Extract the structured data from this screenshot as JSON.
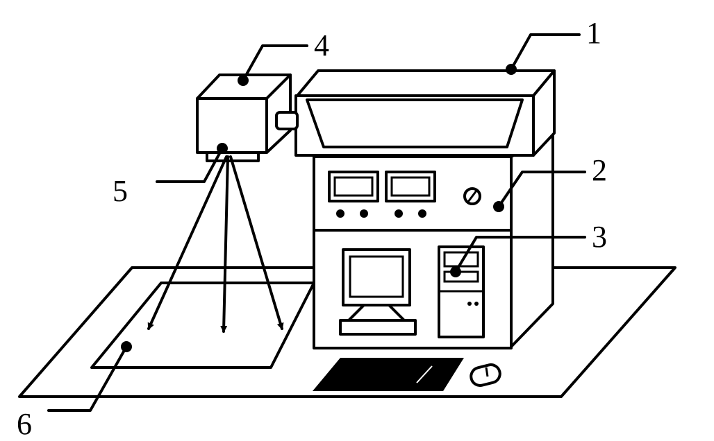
{
  "callouts": [
    {
      "id": "callout-1",
      "label": "1"
    },
    {
      "id": "callout-2",
      "label": "2"
    },
    {
      "id": "callout-3",
      "label": "3"
    },
    {
      "id": "callout-4",
      "label": "4"
    },
    {
      "id": "callout-5",
      "label": "5"
    },
    {
      "id": "callout-6",
      "label": "6"
    }
  ]
}
